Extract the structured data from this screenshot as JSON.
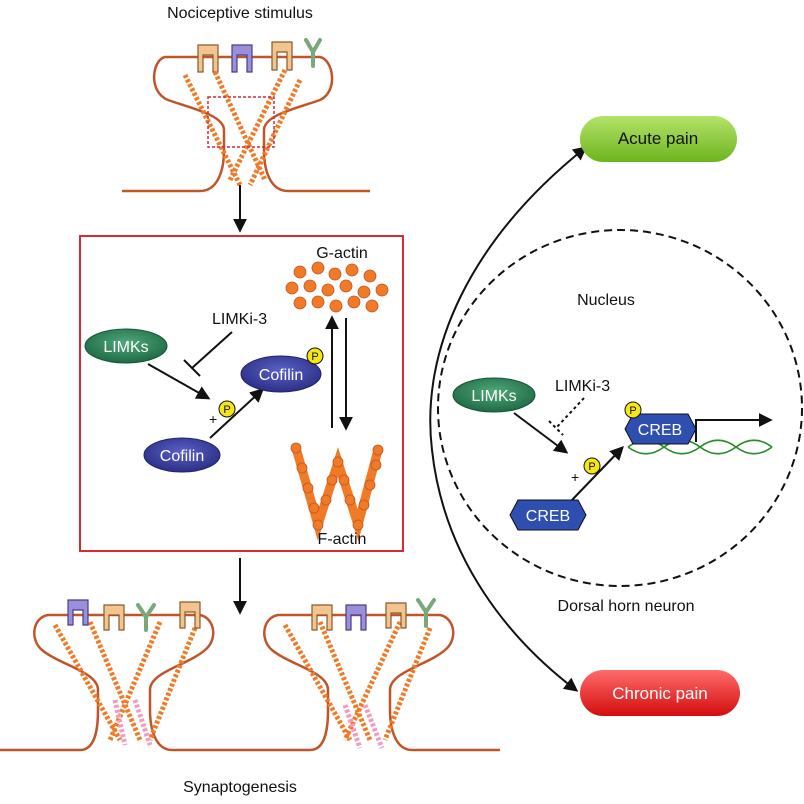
{
  "labels": {
    "nociceptive_stimulus": "Nociceptive stimulus",
    "g_actin": "G-actin",
    "f_actin": "F-actin",
    "limki3_box": "LIMKi-3",
    "limks_box": "LIMKs",
    "cofilin_p": "Cofilin",
    "cofilin": "Cofilin",
    "p": "P",
    "plus": "+",
    "nucleus": "Nucleus",
    "limks_nucleus": "LIMKs",
    "limki3_nucleus": "LIMKi-3",
    "creb_p": "CREB",
    "creb": "CREB",
    "dorsal_horn_neuron": "Dorsal horn neuron",
    "acute_pain": "Acute pain",
    "chronic_pain": "Chronic pain",
    "synaptogenesis": "Synaptogenesis"
  },
  "colors": {
    "membrane": "#c0552a",
    "actin_bead": "#f07a25",
    "box_border": "#d62a35",
    "limks": "#2a7a52",
    "cofilin": "#3a3e9a",
    "creb": "#2e4fb0",
    "phospho": "#f5e615",
    "acute_pain": "#8dcf32",
    "chronic_pain": "#e81b1b",
    "dna": "#2a8c2a"
  }
}
